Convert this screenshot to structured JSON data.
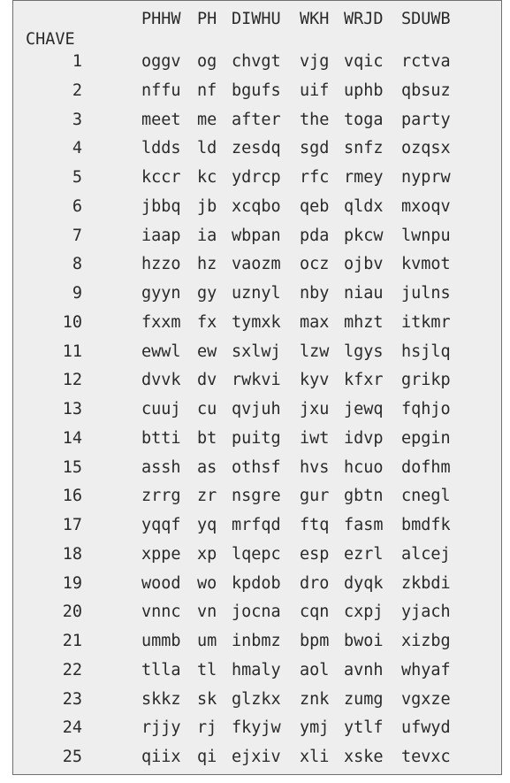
{
  "table": {
    "key_label": "CHAVE",
    "headers": [
      "PHHW",
      "PH",
      "DIWHU",
      "WKH",
      "WRJD",
      "SDUWB"
    ],
    "rows": [
      {
        "key": "1",
        "cells": [
          "oggv",
          "og",
          "chvgt",
          "vjg",
          "vqic",
          "rctva"
        ]
      },
      {
        "key": "2",
        "cells": [
          "nffu",
          "nf",
          "bgufs",
          "uif",
          "uphb",
          "qbsuz"
        ]
      },
      {
        "key": "3",
        "cells": [
          "meet",
          "me",
          "after",
          "the",
          "toga",
          "party"
        ]
      },
      {
        "key": "4",
        "cells": [
          "ldds",
          "ld",
          "zesdq",
          "sgd",
          "snfz",
          "ozqsx"
        ]
      },
      {
        "key": "5",
        "cells": [
          "kccr",
          "kc",
          "ydrcp",
          "rfc",
          "rmey",
          "nyprw"
        ]
      },
      {
        "key": "6",
        "cells": [
          "jbbq",
          "jb",
          "xcqbo",
          "qeb",
          "qldx",
          "mxoqv"
        ]
      },
      {
        "key": "7",
        "cells": [
          "iaap",
          "ia",
          "wbpan",
          "pda",
          "pkcw",
          "lwnpu"
        ]
      },
      {
        "key": "8",
        "cells": [
          "hzzo",
          "hz",
          "vaozm",
          "ocz",
          "ojbv",
          "kvmot"
        ]
      },
      {
        "key": "9",
        "cells": [
          "gyyn",
          "gy",
          "uznyl",
          "nby",
          "niau",
          "julns"
        ]
      },
      {
        "key": "10",
        "cells": [
          "fxxm",
          "fx",
          "tymxk",
          "max",
          "mhzt",
          "itkmr"
        ]
      },
      {
        "key": "11",
        "cells": [
          "ewwl",
          "ew",
          "sxlwj",
          "lzw",
          "lgys",
          "hsjlq"
        ]
      },
      {
        "key": "12",
        "cells": [
          "dvvk",
          "dv",
          "rwkvi",
          "kyv",
          "kfxr",
          "grikp"
        ]
      },
      {
        "key": "13",
        "cells": [
          "cuuj",
          "cu",
          "qvjuh",
          "jxu",
          "jewq",
          "fqhjo"
        ]
      },
      {
        "key": "14",
        "cells": [
          "btti",
          "bt",
          "puitg",
          "iwt",
          "idvp",
          "epgin"
        ]
      },
      {
        "key": "15",
        "cells": [
          "assh",
          "as",
          "othsf",
          "hvs",
          "hcuo",
          "dofhm"
        ]
      },
      {
        "key": "16",
        "cells": [
          "zrrg",
          "zr",
          "nsgre",
          "gur",
          "gbtn",
          "cnegl"
        ]
      },
      {
        "key": "17",
        "cells": [
          "yqqf",
          "yq",
          "mrfqd",
          "ftq",
          "fasm",
          "bmdfk"
        ]
      },
      {
        "key": "18",
        "cells": [
          "xppe",
          "xp",
          "lqepc",
          "esp",
          "ezrl",
          "alcej"
        ]
      },
      {
        "key": "19",
        "cells": [
          "wood",
          "wo",
          "kpdob",
          "dro",
          "dyqk",
          "zkbdi"
        ]
      },
      {
        "key": "20",
        "cells": [
          "vnnc",
          "vn",
          "jocna",
          "cqn",
          "cxpj",
          "yjach"
        ]
      },
      {
        "key": "21",
        "cells": [
          "ummb",
          "um",
          "inbmz",
          "bpm",
          "bwoi",
          "xizbg"
        ]
      },
      {
        "key": "22",
        "cells": [
          "tlla",
          "tl",
          "hmaly",
          "aol",
          "avnh",
          "whyaf"
        ]
      },
      {
        "key": "23",
        "cells": [
          "skkz",
          "sk",
          "glzkx",
          "znk",
          "zumg",
          "vgxze"
        ]
      },
      {
        "key": "24",
        "cells": [
          "rjjy",
          "rj",
          "fkyjw",
          "ymj",
          "ytlf",
          "ufwyd"
        ]
      },
      {
        "key": "25",
        "cells": [
          "qiix",
          "qi",
          "ejxiv",
          "xli",
          "xske",
          "tevxc"
        ]
      }
    ]
  },
  "colors": {
    "panel_background": "#eeeeee",
    "panel_border": "#6f6f6f",
    "text": "#2a2a2a"
  }
}
